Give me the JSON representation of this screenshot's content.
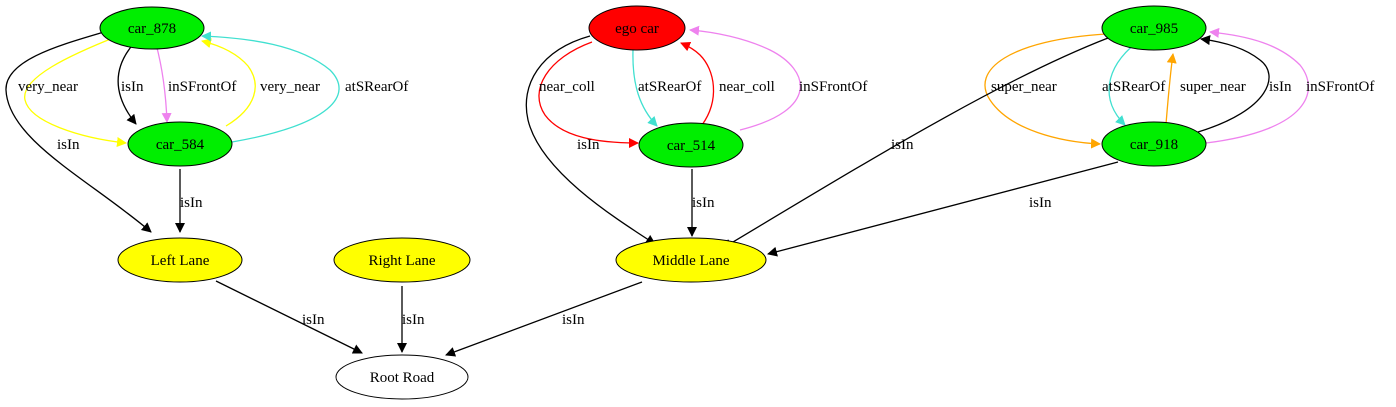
{
  "nodes": {
    "car_878": {
      "label": "car_878",
      "fill": "#00ee00"
    },
    "car_584": {
      "label": "car_584",
      "fill": "#00ee00"
    },
    "left_lane": {
      "label": "Left Lane",
      "fill": "#ffff00"
    },
    "right_lane": {
      "label": "Right Lane",
      "fill": "#ffff00"
    },
    "root_road": {
      "label": "Root Road",
      "fill": "#ffffff"
    },
    "ego_car": {
      "label": "ego car",
      "fill": "#ff0000"
    },
    "car_514": {
      "label": "car_514",
      "fill": "#00ee00"
    },
    "middle_lane": {
      "label": "Middle Lane",
      "fill": "#ffff00"
    },
    "car_985": {
      "label": "car_985",
      "fill": "#00ee00"
    },
    "car_918": {
      "label": "car_918",
      "fill": "#00ee00"
    }
  },
  "edges": [
    {
      "id": "e1",
      "from": "car_878",
      "to": "car_584",
      "label": "very_near",
      "color": "#ffff00"
    },
    {
      "id": "e2",
      "from": "car_878",
      "to": "car_584",
      "label": "isIn",
      "color": "#000000"
    },
    {
      "id": "e3",
      "from": "car_878",
      "to": "car_584",
      "label": "inSFrontOf",
      "color": "#ee82ee"
    },
    {
      "id": "e4",
      "from": "car_584",
      "to": "car_878",
      "label": "very_near",
      "color": "#ffff00"
    },
    {
      "id": "e5",
      "from": "car_584",
      "to": "car_878",
      "label": "atSRearOf",
      "color": "#40e0d0"
    },
    {
      "id": "e6",
      "from": "car_878",
      "to": "left_lane",
      "label": "isIn",
      "color": "#000000"
    },
    {
      "id": "e7",
      "from": "car_584",
      "to": "left_lane",
      "label": "isIn",
      "color": "#000000"
    },
    {
      "id": "e8",
      "from": "left_lane",
      "to": "root_road",
      "label": "isIn",
      "color": "#000000"
    },
    {
      "id": "e9",
      "from": "right_lane",
      "to": "root_road",
      "label": "isIn",
      "color": "#000000"
    },
    {
      "id": "e10",
      "from": "middle_lane",
      "to": "root_road",
      "label": "isIn",
      "color": "#000000"
    },
    {
      "id": "e11",
      "from": "ego_car",
      "to": "car_514",
      "label": "near_coll",
      "color": "#ff0000"
    },
    {
      "id": "e12",
      "from": "ego_car",
      "to": "middle_lane",
      "label": "isIn",
      "color": "#000000"
    },
    {
      "id": "e13",
      "from": "ego_car",
      "to": "car_514",
      "label": "atSRearOf",
      "color": "#40e0d0"
    },
    {
      "id": "e14",
      "from": "car_514",
      "to": "ego_car",
      "label": "near_coll",
      "color": "#ff0000"
    },
    {
      "id": "e15",
      "from": "car_514",
      "to": "ego_car",
      "label": "inSFrontOf",
      "color": "#ee82ee"
    },
    {
      "id": "e16",
      "from": "car_514",
      "to": "middle_lane",
      "label": "isIn",
      "color": "#000000"
    },
    {
      "id": "e17",
      "from": "car_985",
      "to": "car_918",
      "label": "super_near",
      "color": "#ffa500"
    },
    {
      "id": "e18",
      "from": "car_985",
      "to": "car_918",
      "label": "atSRearOf",
      "color": "#40e0d0"
    },
    {
      "id": "e19",
      "from": "car_918",
      "to": "car_985",
      "label": "super_near",
      "color": "#ffa500"
    },
    {
      "id": "e20",
      "from": "car_918",
      "to": "car_985",
      "label": "isIn",
      "color": "#000000"
    },
    {
      "id": "e21",
      "from": "car_918",
      "to": "car_985",
      "label": "inSFrontOf",
      "color": "#ee82ee"
    },
    {
      "id": "e22",
      "from": "car_985",
      "to": "middle_lane",
      "label": "isIn",
      "color": "#000000"
    },
    {
      "id": "e23",
      "from": "car_918",
      "to": "middle_lane",
      "label": "isIn",
      "color": "#000000"
    }
  ]
}
